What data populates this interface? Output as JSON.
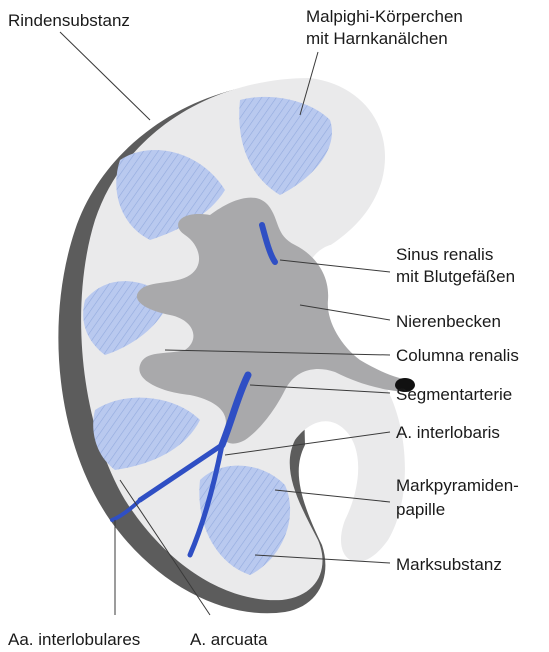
{
  "labels": {
    "rindensubstanz": "Rindensubstanz",
    "malpighi_1": "Malpighi-Körperchen",
    "malpighi_2": "mit Harnkanälchen",
    "sinus_1": "Sinus renalis",
    "sinus_2": "mit Blutgefäßen",
    "nierenbecken": "Nierenbecken",
    "columna": "Columna renalis",
    "segmentarterie": "Segmentarterie",
    "interlobaris": "A. interlobaris",
    "papille_1": "Markpyramiden-",
    "papille_2": "papille",
    "marksubstanz": "Marksubstanz",
    "interlobulares": "Aa. interlobulares",
    "arcuata": "A. arcuata"
  },
  "colors": {
    "cortex": "#e9e9ea",
    "capsule_shadow": "#5a5a5a",
    "pyramid": "#b7c8ef",
    "pyramid_stripe": "#8ea6df",
    "pelvis": "#a9a9ab",
    "artery": "#2f4fc4"
  }
}
